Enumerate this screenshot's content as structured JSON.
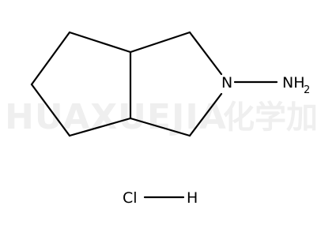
{
  "watermark": {
    "latin": "HUAXUEJIA",
    "cjk": "化学加"
  },
  "molecule": {
    "atoms": {
      "n": "N",
      "nh2": "NH",
      "nh2_sub": "2",
      "cl": "Cl",
      "h": "H"
    }
  },
  "colors": {
    "bond": "#000000",
    "label": "#000000",
    "watermark": "#efefef"
  }
}
